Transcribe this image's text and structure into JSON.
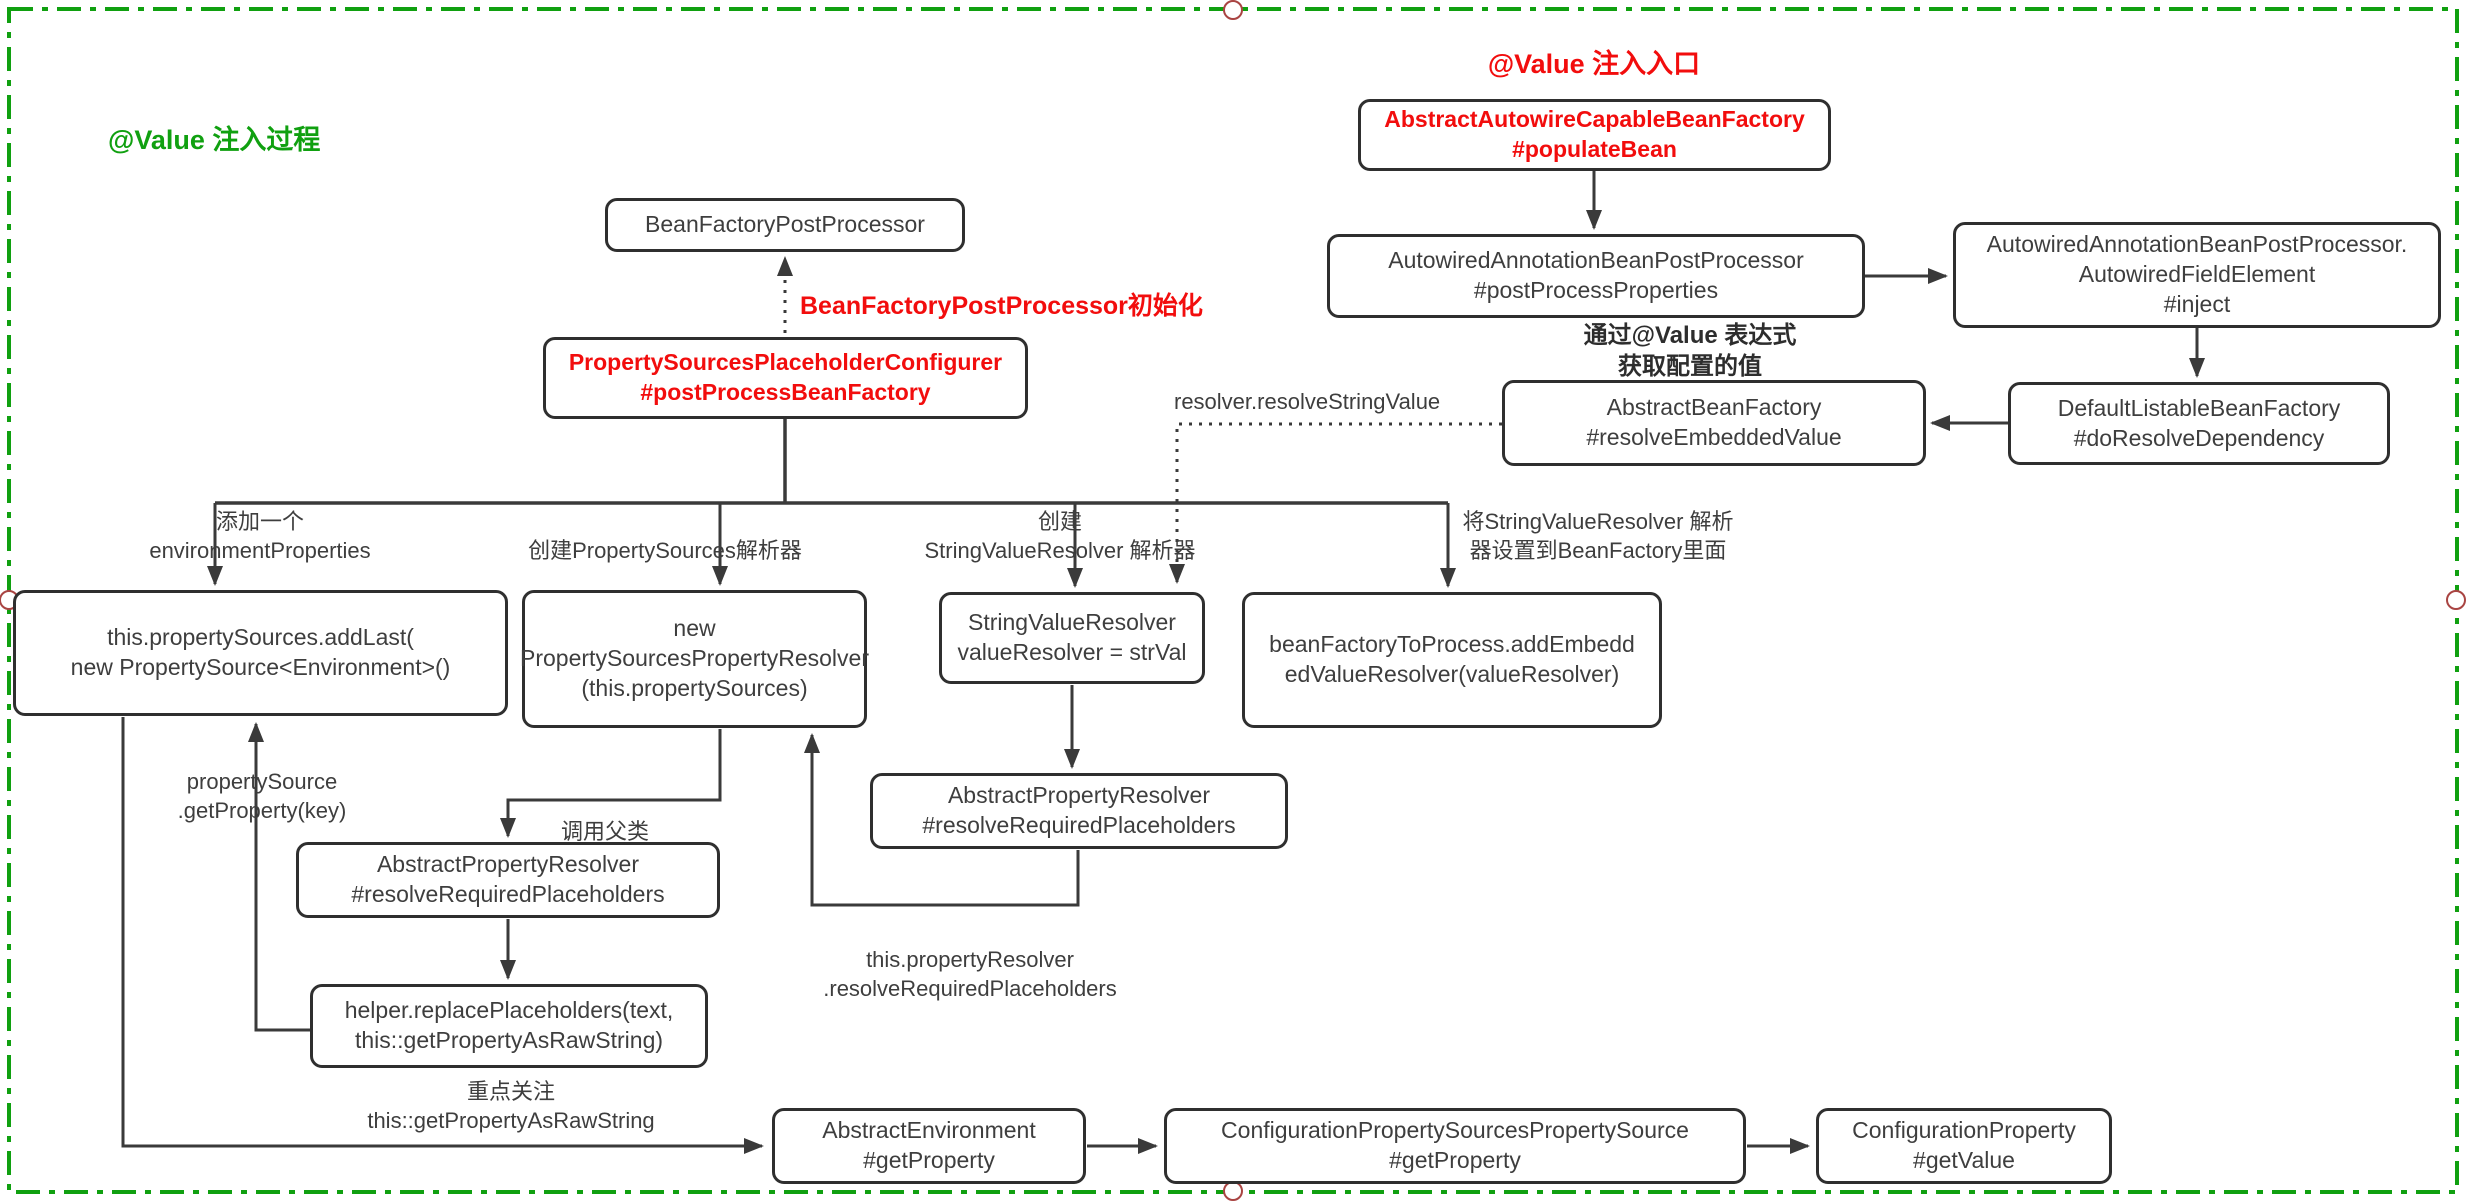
{
  "titles": {
    "process": "@Value 注入过程",
    "entry": "@Value 注入入口"
  },
  "nodes": {
    "bean_factory_post_processor": {
      "label": "BeanFactoryPostProcessor"
    },
    "property_sources_placeholder_configurer": {
      "label": "PropertySourcesPlaceholderConfigurer\n#postProcessBeanFactory"
    },
    "abstract_autowire_capable_bean_factory": {
      "label": "AbstractAutowireCapableBeanFactory\n#populateBean"
    },
    "autowired_annotation_bean_post_processor": {
      "label": "AutowiredAnnotationBeanPostProcessor\n#postProcessProperties"
    },
    "autowired_field_element": {
      "label": "AutowiredAnnotationBeanPostProcessor.\nAutowiredFieldElement\n#inject"
    },
    "default_listable_bean_factory": {
      "label": "DefaultListableBeanFactory\n#doResolveDependency"
    },
    "abstract_bean_factory": {
      "label": "AbstractBeanFactory\n#resolveEmbeddedValue"
    },
    "property_sources_add_last": {
      "label": "this.propertySources.addLast(\nnew PropertySource<Environment>()"
    },
    "new_property_sources_property_resolver": {
      "label": "new\nPropertySourcesPropertyResolver\n(this.propertySources)"
    },
    "string_value_resolver": {
      "label": "StringValueResolver\nvalueResolver = strVal"
    },
    "bean_factory_to_process": {
      "label": "beanFactoryToProcess.addEmbedd\nedValueResolver(valueResolver)"
    },
    "abstract_property_resolver_1": {
      "label": "AbstractPropertyResolver\n#resolveRequiredPlaceholders"
    },
    "abstract_property_resolver_2": {
      "label": "AbstractPropertyResolver\n#resolveRequiredPlaceholders"
    },
    "helper_replace_placeholders": {
      "label": "helper.replacePlaceholders(text,\nthis::getPropertyAsRawString)"
    },
    "abstract_environment": {
      "label": "AbstractEnvironment\n#getProperty"
    },
    "configuration_property_sources_property_source": {
      "label": "ConfigurationPropertySourcesPropertySource\n#getProperty"
    },
    "configuration_property": {
      "label": "ConfigurationProperty\n#getValue"
    }
  },
  "edge_labels": {
    "bfpp_init": "BeanFactoryPostProcessor初始化",
    "resolver_resolve_string_value": "resolver.resolveStringValue",
    "add_environment_properties": "添加一个\nenvironmentProperties",
    "create_property_sources_resolver": "创建PropertySources解析器",
    "create_string_value_resolver": "创建\nStringValueResolver 解析器",
    "set_string_value_resolver": "将StringValueResolver 解析\n器设置到BeanFactory里面",
    "property_source_get_property": "propertySource\n.getProperty(key)",
    "call_parent_class": "调用父类",
    "this_property_resolver": "this.propertyResolver\n.resolveRequiredPlaceholders",
    "key_focus": "重点关注\nthis::getPropertyAsRawString",
    "via_value_expression": "通过@Value 表达式\n获取配置的值"
  },
  "colors": {
    "frame_green": "#10a010",
    "red": "#f20d0d",
    "line": "#3a3a3a",
    "box_border": "#2f2f2f",
    "text": "#3e3e3e",
    "handle": "#a94442"
  }
}
